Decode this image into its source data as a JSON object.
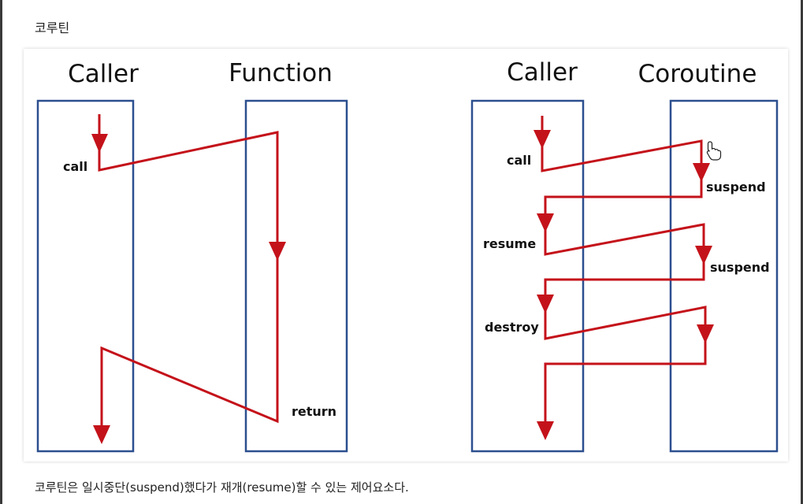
{
  "page": {
    "title": "코루틴",
    "caption": "코루틴은 일시중단(suspend)했다가 재개(resume)할 수 있는 제어요소다."
  },
  "diagram": {
    "left": {
      "caller_title": "Caller",
      "callee_title": "Function",
      "labels": {
        "call": "call",
        "return": "return"
      }
    },
    "right": {
      "caller_title": "Caller",
      "callee_title": "Coroutine",
      "labels": {
        "call": "call",
        "suspend_1": "suspend",
        "resume": "resume",
        "suspend_2": "suspend",
        "destroy": "destroy"
      }
    },
    "colors": {
      "lane": "#2c4f8f",
      "flow": "#c4121a"
    }
  }
}
